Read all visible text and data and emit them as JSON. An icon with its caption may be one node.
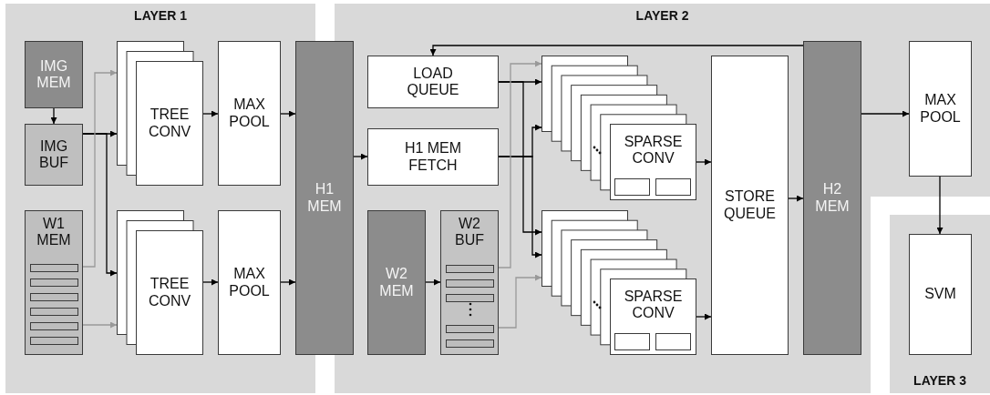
{
  "diagram": {
    "nodes": [
      {
        "text": [
          "LAYER 1"
        ]
      },
      {
        "text": [
          "IMG MEM"
        ],
        "in": 0
      },
      {
        "text": [
          "IMG BUF"
        ],
        "in": 0
      },
      {
        "text": [
          "W1 MEM"
        ],
        "in": 0
      },
      {
        "text": [
          "TREE CONV"
        ],
        "in": 0
      },
      {
        "text": [
          "MAX POOL"
        ],
        "in": 0
      },
      {
        "text": [
          "TREE CONV"
        ],
        "in": 0
      },
      {
        "text": [
          "MAX POOL"
        ],
        "in": 0
      },
      {
        "text": [
          "H1 MEM"
        ]
      },
      {
        "text": [
          "LAYER 2"
        ]
      },
      {
        "text": [
          "LOAD QUEUE"
        ],
        "in": 9
      },
      {
        "text": [
          "H1 MEM FETCH"
        ],
        "in": 9
      },
      {
        "text": [
          "W2 MEM"
        ],
        "in": 9
      },
      {
        "text": [
          "W2 BUF"
        ],
        "in": 9
      },
      {
        "text": [
          "SPARSE CONV"
        ],
        "in": 9
      },
      {
        "text": [
          "SPARSE CONV"
        ],
        "in": 9
      },
      {
        "text": [
          "STORE QUEUE"
        ],
        "in": 9
      },
      {
        "text": [
          "H2 MEM"
        ],
        "in": 9
      },
      {
        "text": [
          "MAX POOL"
        ],
        "in": 9
      },
      {
        "text": [
          "LAYER 3"
        ]
      },
      {
        "text": [
          "SVM"
        ],
        "in": 19
      }
    ],
    "edges": [
      {
        "from": 1,
        "to": 2,
        "arrow": "to"
      },
      {
        "from": 2,
        "to": 4,
        "arrow": "to"
      },
      {
        "from": 2,
        "to": 6,
        "arrow": "to"
      },
      {
        "from": 3,
        "to": 4,
        "arrow": "to",
        "color": "#999999"
      },
      {
        "from": 3,
        "to": 6,
        "arrow": "to",
        "color": "#999999"
      },
      {
        "from": 4,
        "to": 5,
        "arrow": "to"
      },
      {
        "from": 6,
        "to": 7,
        "arrow": "to"
      },
      {
        "from": 5,
        "to": 8,
        "arrow": "to"
      },
      {
        "from": 7,
        "to": 8,
        "arrow": "to"
      },
      {
        "from": 8,
        "to": 11,
        "arrow": "to"
      },
      {
        "from": 11,
        "to": 14,
        "arrow": "to"
      },
      {
        "from": 11,
        "to": 15,
        "arrow": "to"
      },
      {
        "from": 10,
        "to": 14,
        "arrow": "to"
      },
      {
        "from": 10,
        "to": 15,
        "arrow": "to"
      },
      {
        "from": 12,
        "to": 13,
        "arrow": "to"
      },
      {
        "from": 13,
        "to": 14,
        "arrow": "to",
        "color": "#999999"
      },
      {
        "from": 13,
        "to": 15,
        "arrow": "to",
        "color": "#999999"
      },
      {
        "from": 14,
        "to": 16,
        "arrow": "to"
      },
      {
        "from": 15,
        "to": 16,
        "arrow": "to"
      },
      {
        "from": 16,
        "to": 17,
        "arrow": "to"
      },
      {
        "from": 17,
        "to": 10,
        "arrow": "to"
      },
      {
        "from": 17,
        "to": 18,
        "arrow": "to"
      },
      {
        "from": 18,
        "to": 20,
        "arrow": "to"
      }
    ]
  }
}
